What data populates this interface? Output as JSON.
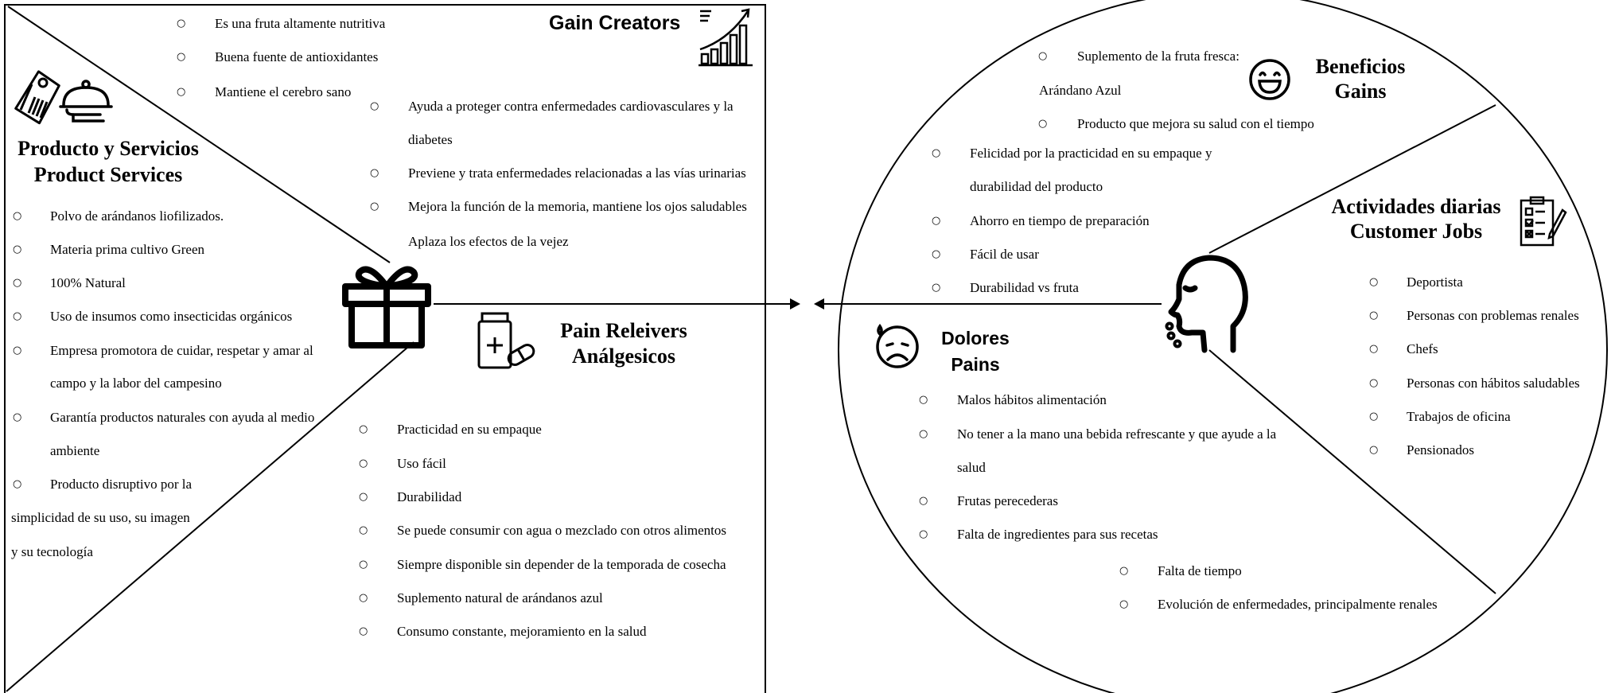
{
  "value_map": {
    "gain_creators": {
      "title": "Gain Creators",
      "items": [
        "Es una fruta altamente nutritiva",
        "Buena fuente de antioxidantes",
        "Mantiene el cerebro sano",
        "Ayuda a proteger contra enfermedades cardiovasculares y la",
        "diabetes",
        "Previene y trata enfermedades relacionadas a las vías urinarias",
        "Mejora la función de la memoria, mantiene los ojos saludables",
        "Aplaza los efectos de la vejez"
      ]
    },
    "products_services": {
      "title_line1": "Producto y Servicios",
      "title_line2": "Product Services",
      "items": [
        "Polvo de arándanos liofilizados.",
        "Materia prima cultivo Green",
        "100% Natural",
        "Uso de insumos como insecticidas orgánicos",
        "Empresa promotora de cuidar, respetar y amar al",
        "campo y la labor del campesino",
        "Garantía productos naturales con ayuda al medio",
        "ambiente",
        " Producto disruptivo por la",
        "simplicidad de su uso, su imagen",
        "y su tecnología"
      ]
    },
    "pain_relievers": {
      "title_line1": "Pain Releivers",
      "title_line2": "Análgesicos",
      "items": [
        "Practicidad en su empaque",
        "Uso fácil",
        "Durabilidad",
        "Se puede consumir con agua o mezclado con otros alimentos",
        "Siempre disponible sin depender de la temporada de cosecha",
        "Suplemento natural de arándanos azul",
        "Consumo constante, mejoramiento en la salud"
      ]
    }
  },
  "customer_profile": {
    "gains": {
      "title_line1": "Beneficios",
      "title_line2": "Gains",
      "items": [
        "Suplemento de la fruta fresca:",
        "Arándano Azul",
        "Producto que mejora su salud con el tiempo",
        "Felicidad por la practicidad en su empaque y",
        "durabilidad del producto",
        "Ahorro en tiempo de preparación",
        "Fácil de usar",
        "Durabilidad vs fruta"
      ]
    },
    "jobs": {
      "title_line1": "Actividades diarias",
      "title_line2": "Customer Jobs",
      "items": [
        "Deportista",
        "Personas con problemas renales",
        "Chefs",
        "Personas con hábitos saludables",
        "Trabajos de oficina",
        "Pensionados"
      ]
    },
    "pains": {
      "title_line1": "Dolores",
      "title_line2": "Pains",
      "items": [
        "Malos hábitos alimentación",
        "No tener a la mano una bebida refrescante y que ayude a la",
        "salud",
        "Frutas perecederas",
        "Falta de ingredientes para sus recetas",
        "Falta de tiempo",
        "Evolución de enfermedades, principalmente renales"
      ]
    }
  },
  "bullet_glyph": "○",
  "icons": [
    "price-tag-icon",
    "food-tray-icon",
    "growth-chart-icon",
    "gift-icon",
    "medicine-icon",
    "grinning-face-icon",
    "sad-face-icon",
    "customer-head-icon",
    "checklist-icon"
  ]
}
